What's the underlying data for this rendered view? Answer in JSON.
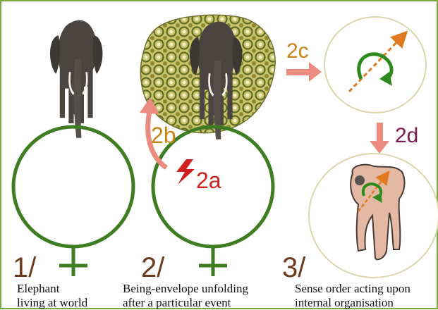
{
  "labels": {
    "step_2a": "2a",
    "step_2b": "2b",
    "step_2c": "2c",
    "step_2d": "2d"
  },
  "panels": [
    {
      "number": "1/",
      "caption_line1": "Elephant",
      "caption_line2": "living at world"
    },
    {
      "number": "2/",
      "caption_line1": "Being-envelope unfolding",
      "caption_line2": "after a particular event"
    },
    {
      "number": "3/",
      "caption_line1": "Sense order acting upon",
      "caption_line2": "internal organisation"
    }
  ],
  "colors": {
    "border": "#79a83c",
    "circle": "#3f7d22",
    "arrow_pink": "#ec8c80",
    "label_orange": "#c98514",
    "label_purple": "#7a1b4f",
    "event_red": "#d11f1f",
    "number_brown": "#6e3a1c",
    "pattern_olive": "#9a9a3c",
    "body_shape": "#e3b9a3",
    "sense_orange": "#e07a20",
    "sense_green": "#2f8a1e"
  },
  "icons": [
    "elephant-icon",
    "lightning-icon",
    "rotation-arrow-icon",
    "direction-arrow-icon"
  ]
}
